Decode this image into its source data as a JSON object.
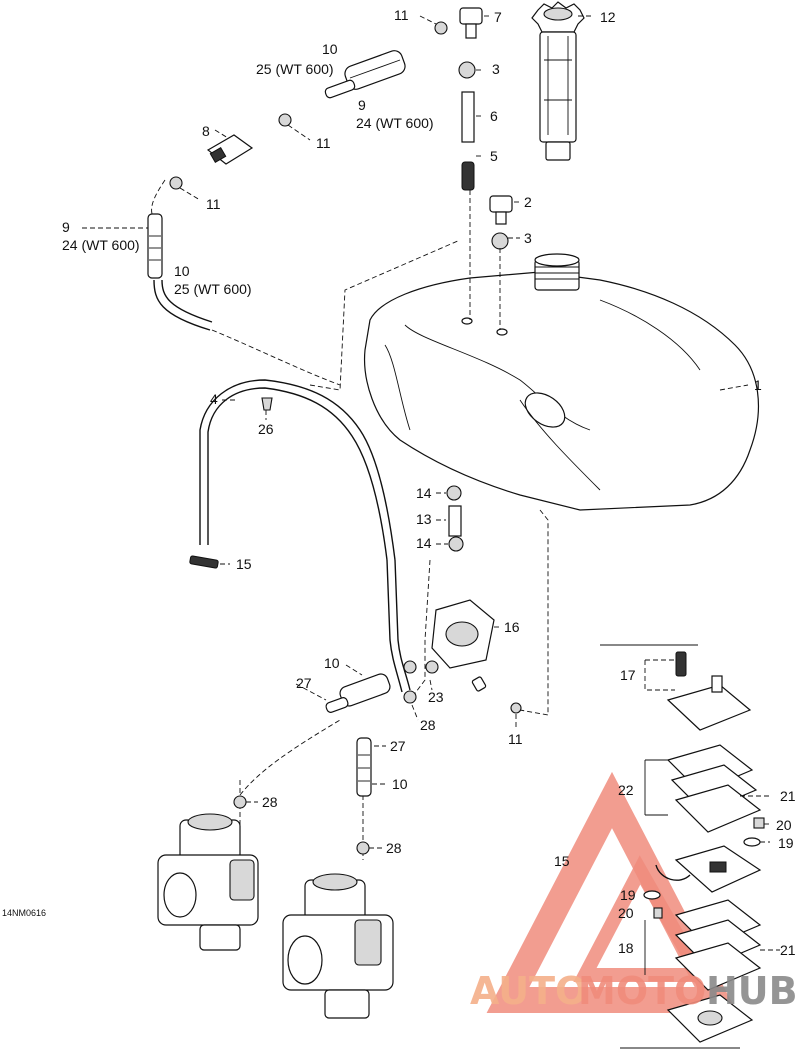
{
  "diagram": {
    "drawing_code": "14NM0616",
    "callouts": {
      "c1": "1",
      "c2": "2",
      "c3a": "3",
      "c3b": "3",
      "c4": "4",
      "c5": "5",
      "c6": "6",
      "c7": "7",
      "c8": "8",
      "c9a": "9",
      "c9a_sub": "24 (WT 600)",
      "c9b": "9",
      "c9b_sub": "24 (WT 600)",
      "c10a": "10",
      "c10a_sub": "25 (WT 600)",
      "c10b": "10",
      "c10b_sub": "25 (WT 600)",
      "c10c": "10",
      "c10d": "10",
      "c11a": "11",
      "c11b": "11",
      "c11c": "11",
      "c11d": "11",
      "c12": "12",
      "c13": "13",
      "c14a": "14",
      "c14b": "14",
      "c15a": "15",
      "c15b": "15",
      "c16": "16",
      "c17": "17",
      "c18": "18",
      "c19a": "19",
      "c19b": "19",
      "c20a": "20",
      "c20b": "20",
      "c21a": "21",
      "c21b": "21",
      "c22": "22",
      "c23": "23",
      "c26": "26",
      "c27a": "27",
      "c27b": "27",
      "c28a": "28",
      "c28b": "28",
      "c28c": "28"
    }
  },
  "watermark": {
    "text_auto": "AUTO",
    "text_moto": "MOTO",
    "text_hub": "HUB",
    "color_primary": "#f08c7c",
    "color_secondary": "#f5b08a",
    "color_hub": "#8a8a8a"
  }
}
